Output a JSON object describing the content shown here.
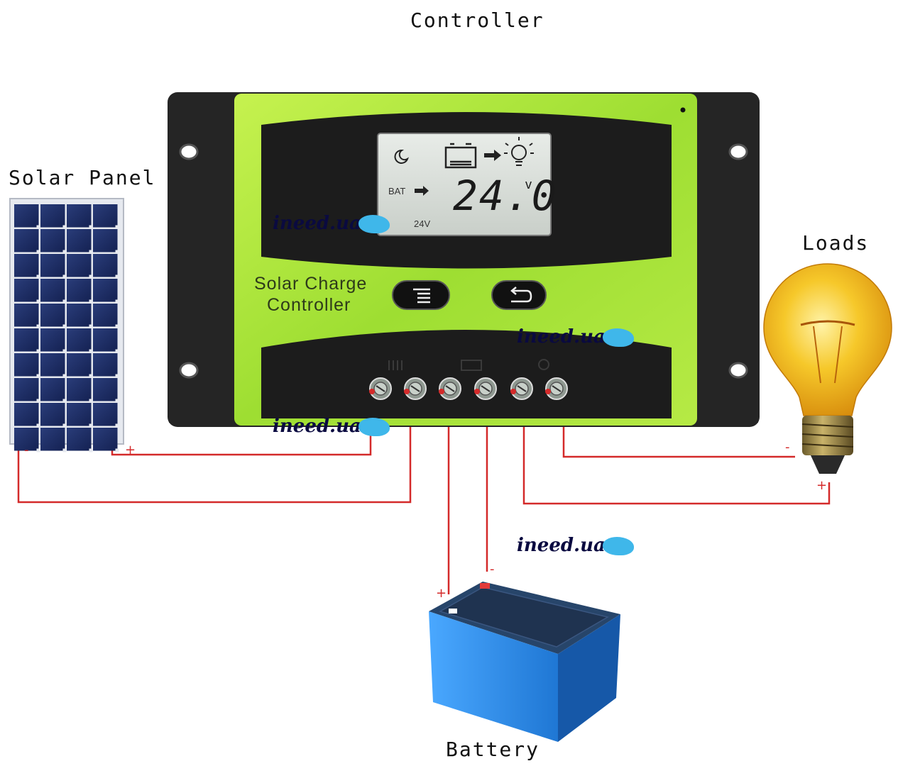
{
  "labels": {
    "controller": "Controller",
    "solar_panel": "Solar Panel",
    "loads": "Loads",
    "battery": "Battery"
  },
  "device": {
    "brand_line1": "Solar Charge",
    "brand_line2": "Controller",
    "lcd_voltage": "24.0",
    "lcd_unit": "v",
    "lcd_bat_label": "BAT",
    "lcd_system_voltage": "24V"
  },
  "polarity": {
    "plus": "+",
    "minus": "-"
  },
  "watermark": {
    "text": "ineed.ua"
  },
  "colors": {
    "controller_body": "#a6e03c",
    "wire": "#d42a2a",
    "panel_cells": "#1b2a5e",
    "battery": "#2f8ee0",
    "bulb": "#f2b21b",
    "watermark_blob": "#3fb7ea"
  }
}
